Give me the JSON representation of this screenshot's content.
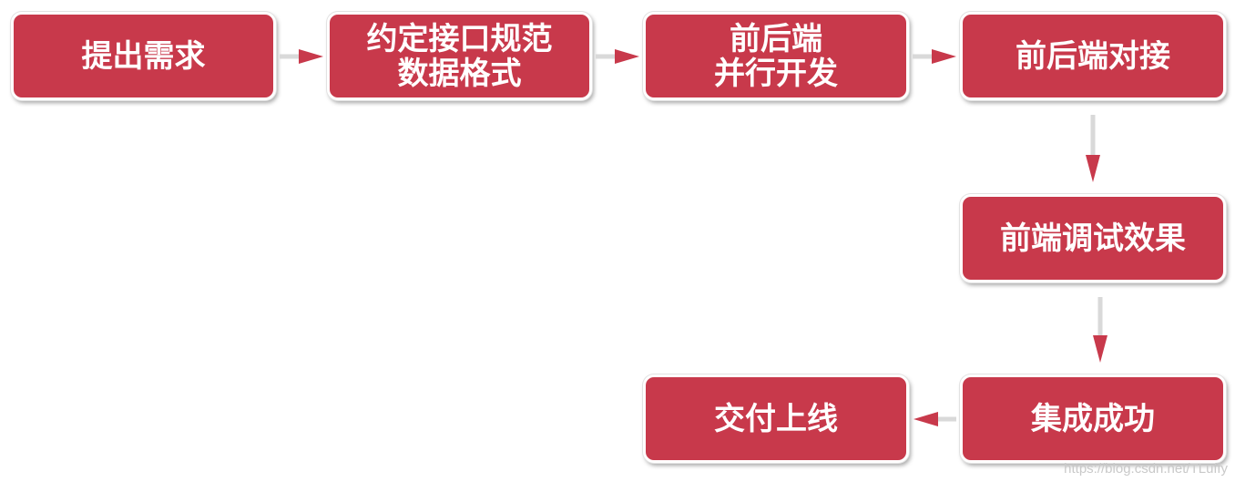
{
  "steps": {
    "s1": {
      "label": "提出需求"
    },
    "s2": {
      "line1": "约定接口规范",
      "line2": "数据格式"
    },
    "s3": {
      "line1": "前后端",
      "line2": "并行开发"
    },
    "s4": {
      "label": "前后端对接"
    },
    "s5": {
      "label": "前端调试效果"
    },
    "s6": {
      "label": "集成成功"
    },
    "s7": {
      "label": "交付上线"
    }
  },
  "watermark": "https://blog.csdn.net/TLuffy",
  "colors": {
    "box_fill": "#c8394b",
    "arrow": "#c8394b",
    "arrow_shaft": "#d9d9d9"
  }
}
